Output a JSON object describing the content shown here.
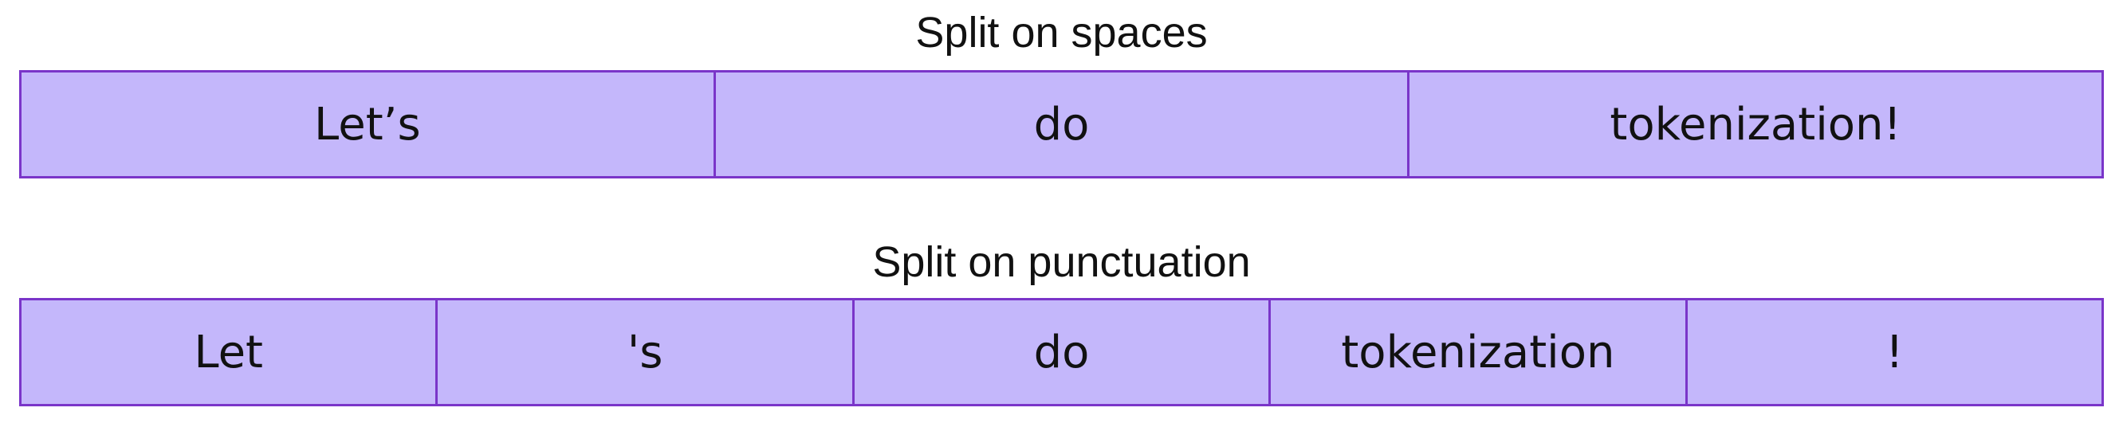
{
  "colors": {
    "token_fill": "#c4b7fb",
    "token_border": "#7a35c9",
    "text": "#111111"
  },
  "rows": [
    {
      "title": "Split on spaces",
      "tokens": [
        "Let’s",
        "do",
        "tokenization!"
      ]
    },
    {
      "title": "Split on punctuation",
      "tokens": [
        "Let",
        "'s",
        "do",
        "tokenization",
        "!"
      ]
    }
  ]
}
